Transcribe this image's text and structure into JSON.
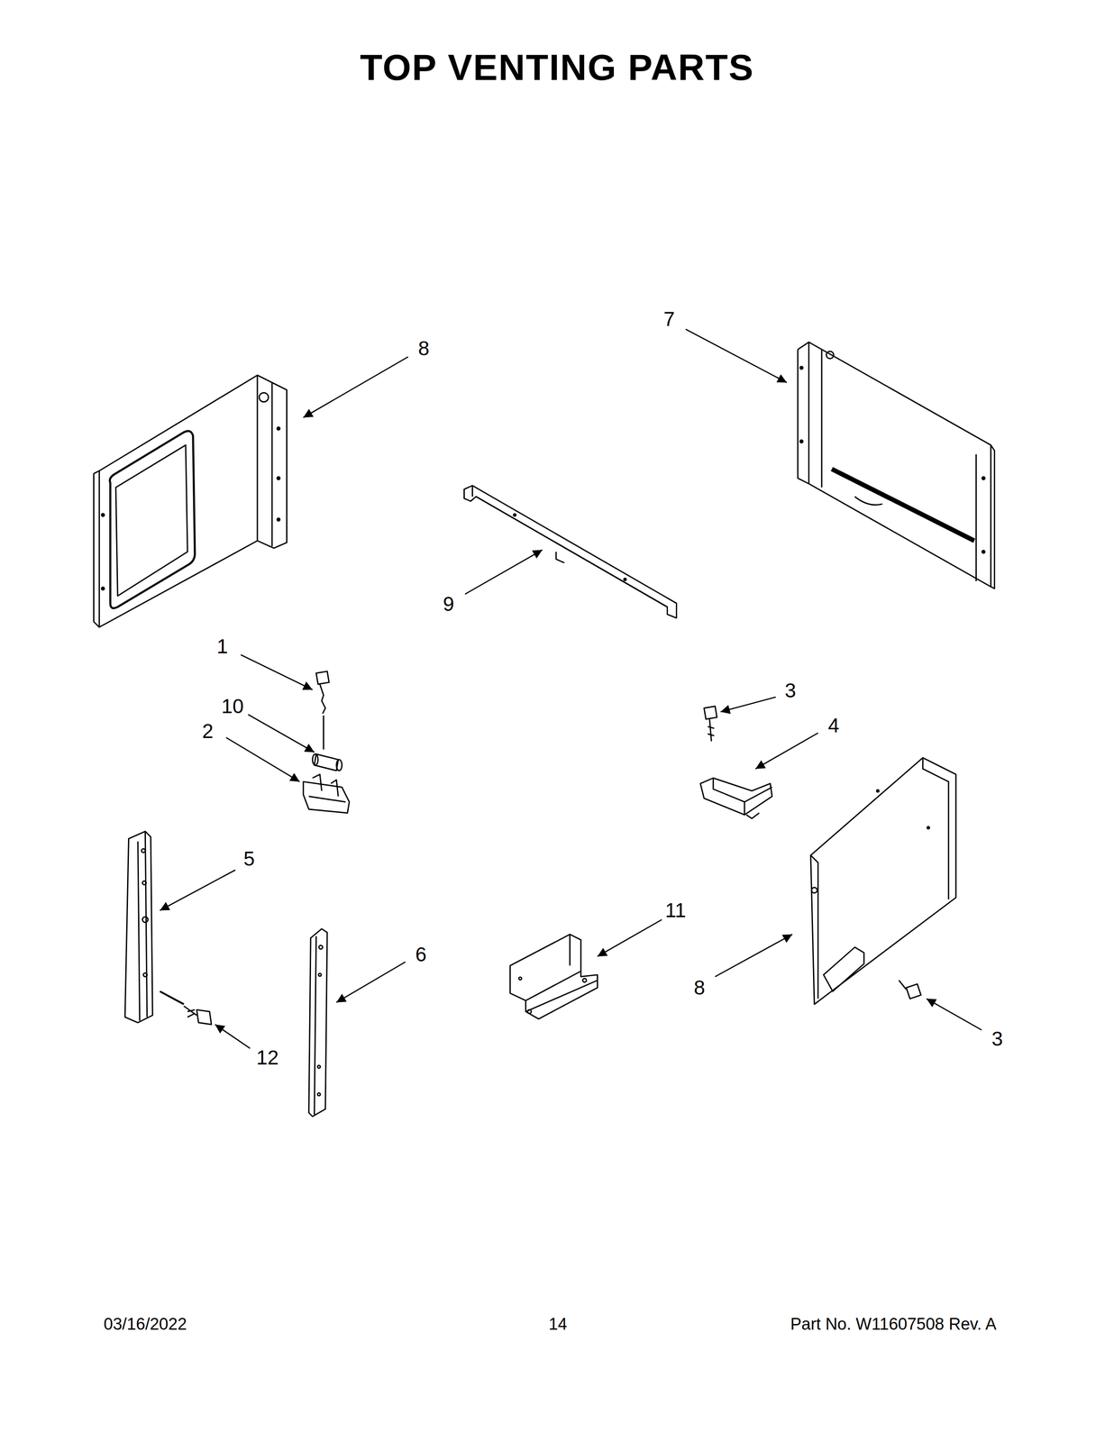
{
  "diagram": {
    "title": "TOP VENTING PARTS",
    "labels": [
      "7",
      "8",
      "9",
      "1",
      "10",
      "2",
      "3",
      "4",
      "5",
      "11",
      "6",
      "8",
      "3",
      "12",
      "03/16/2022",
      "14",
      "Part No. W11607508 Rev. A"
    ]
  }
}
